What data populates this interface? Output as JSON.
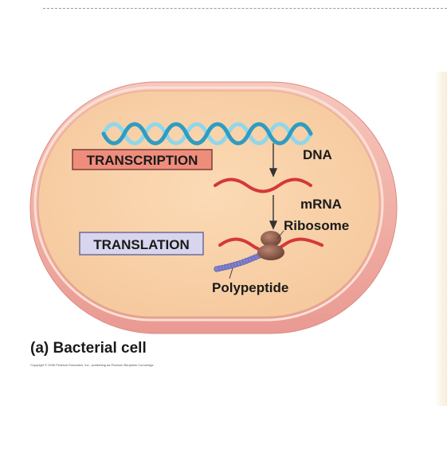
{
  "diagram": {
    "labels": {
      "transcription": "TRANSCRIPTION",
      "translation": "TRANSLATION",
      "dna": "DNA",
      "mrna": "mRNA",
      "ribosome": "Ribosome",
      "polypeptide": "Polypeptide"
    },
    "caption": "(a) Bacterial cell",
    "copyright": "Copyright © 2006 Pearson Education, Inc., publishing as Pearson Benjamin Cummings."
  },
  "colors": {
    "cell_wall": "#f2b9b0",
    "cytoplasm": "#f9d2aa",
    "dna_strand_a": "#3aa6c9",
    "dna_strand_b": "#7fd0e4",
    "mrna": "#d93a3a",
    "transcription_box": "#ef8a7a",
    "translation_box": "#d7d4ee",
    "ribosome": "#8a5a4a",
    "polypeptide": "#7e7ec8"
  }
}
